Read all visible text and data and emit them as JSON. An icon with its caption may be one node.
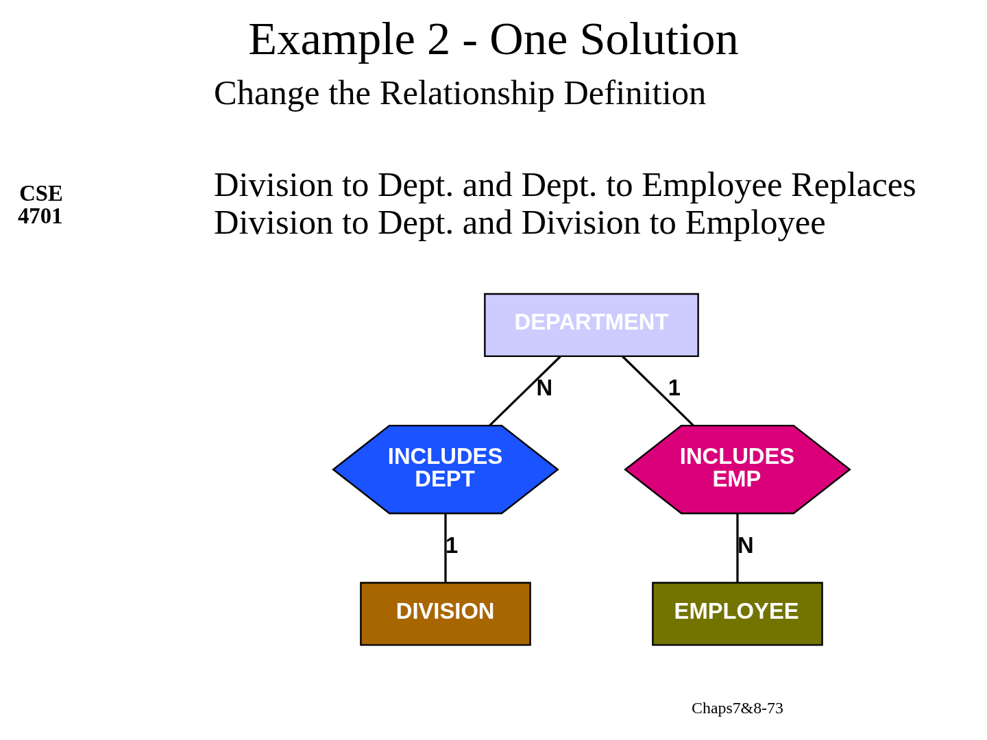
{
  "diagram": {
    "title": "Example 2 - One Solution",
    "nodes": [
      {
        "text": [
          "DEPARTMENT"
        ]
      },
      {
        "text": [
          "INCLUDES DEPT"
        ]
      },
      {
        "text": [
          "INCLUDES EMP"
        ]
      },
      {
        "text": [
          "DIVISION"
        ]
      },
      {
        "text": [
          "EMPLOYEE"
        ]
      }
    ],
    "edges": [
      {
        "from": 0,
        "to": 1,
        "arrow": "none",
        "label": "N"
      },
      {
        "from": 0,
        "to": 2,
        "arrow": "none",
        "label": "1"
      },
      {
        "from": 1,
        "to": 3,
        "arrow": "none",
        "label": "1"
      },
      {
        "from": 2,
        "to": 4,
        "arrow": "none",
        "label": "N"
      }
    ],
    "labels": [
      "CSE 4701",
      "Change the Relationship Definition",
      "Division to Dept. and Dept. to Employee Replaces Division to Dept. and Division to Employee",
      "Chaps7&8-73"
    ]
  }
}
